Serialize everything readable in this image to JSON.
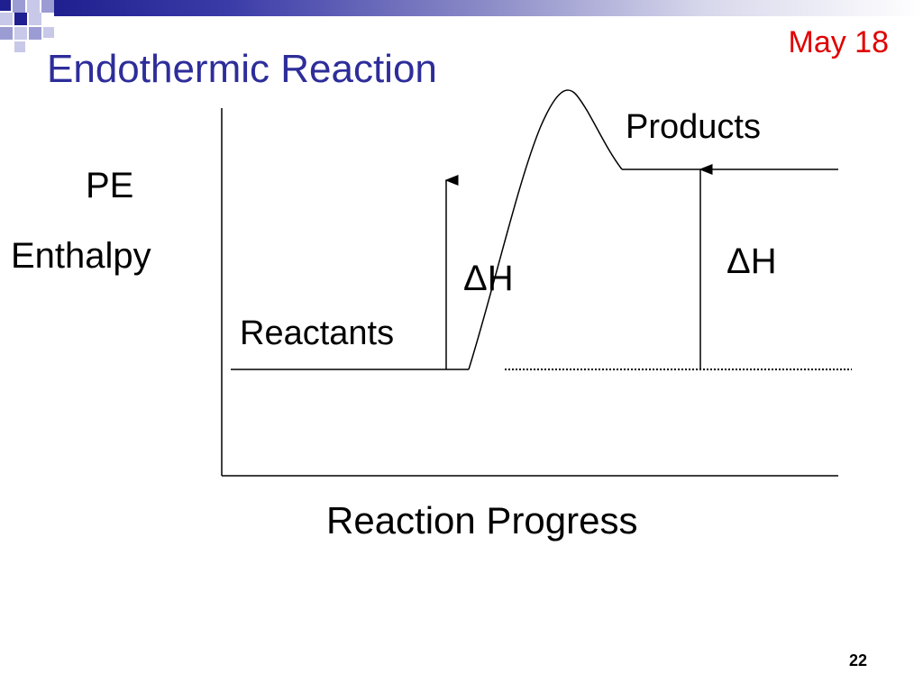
{
  "slide": {
    "title": "Endothermic Reaction",
    "date": "May 18",
    "number": "22",
    "accent_color": "#2d2d9a",
    "date_color": "#e00000"
  },
  "diagram": {
    "y_axis_label_1": "PE",
    "y_axis_label_2": "Enthalpy",
    "x_axis_label": "Reaction Progress",
    "reactants_label": "Reactants",
    "products_label": "Products",
    "delta_h_left": "ΔH",
    "delta_h_right": "ΔH"
  }
}
